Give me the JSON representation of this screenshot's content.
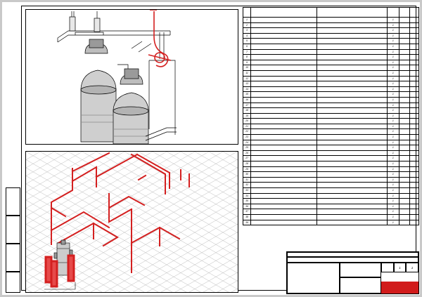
{
  "colors": {
    "pipe": "#d42020",
    "cylinder": "#cfcfcf",
    "frame": "#000000",
    "brand": "#d11b1b"
  },
  "side_boxes": [
    {
      "text": ""
    },
    {
      "text": ""
    },
    {
      "text": ""
    },
    {
      "text": ""
    }
  ],
  "spec_table": {
    "headers": [
      "",
      "",
      "",
      "",
      ""
    ],
    "rows": [
      [
        "1",
        "",
        "",
        "1",
        "",
        ""
      ],
      [
        "2",
        "",
        "",
        "1",
        "",
        ""
      ],
      [
        "3",
        "",
        "",
        "1",
        "",
        ""
      ],
      [
        "4",
        "",
        "",
        "1",
        "",
        ""
      ],
      [
        "5",
        "",
        "",
        "1",
        "",
        ""
      ],
      [
        "6",
        "",
        "",
        "1",
        "",
        ""
      ],
      [
        "7",
        "",
        "",
        "1",
        "",
        ""
      ],
      [
        "8",
        "",
        "",
        "1",
        "",
        ""
      ],
      [
        "9",
        "",
        "",
        "1",
        "",
        ""
      ],
      [
        "10",
        "",
        "",
        "1",
        "",
        ""
      ],
      [
        "11",
        "",
        "",
        "1",
        "",
        ""
      ],
      [
        "12",
        "",
        "",
        "1",
        "",
        ""
      ],
      [
        "13",
        "",
        "",
        "1",
        "",
        ""
      ],
      [
        "14",
        "",
        "",
        "1",
        "",
        ""
      ],
      [
        "15",
        "",
        "",
        "1",
        "",
        ""
      ],
      [
        "16",
        "",
        "",
        "1",
        "",
        ""
      ],
      [
        "17",
        "",
        "",
        "1",
        "",
        ""
      ],
      [
        "18",
        "",
        "",
        "1",
        "",
        ""
      ],
      [
        "19",
        "",
        "",
        "1",
        "",
        ""
      ],
      [
        "20",
        "",
        "",
        "1",
        "",
        ""
      ],
      [
        "21",
        "",
        "",
        "1",
        "",
        ""
      ],
      [
        "22",
        "",
        "",
        "1",
        "",
        ""
      ],
      [
        "23",
        "",
        "",
        "1",
        "",
        ""
      ],
      [
        "24",
        "",
        "",
        "1",
        "",
        ""
      ],
      [
        "25",
        "",
        "",
        "1",
        "",
        ""
      ],
      [
        "26",
        "",
        "",
        "1",
        "",
        ""
      ],
      [
        "27",
        "",
        "",
        "1",
        "",
        ""
      ],
      [
        "28",
        "",
        "",
        "1",
        "",
        ""
      ],
      [
        "29",
        "",
        "",
        "1",
        "",
        ""
      ],
      [
        "30",
        "",
        "",
        "1",
        "",
        ""
      ],
      [
        "31",
        "",
        "",
        "1",
        "",
        ""
      ],
      [
        "32",
        "",
        "",
        "1",
        "",
        ""
      ],
      [
        "33",
        "",
        "",
        "1",
        "",
        ""
      ],
      [
        "34",
        "",
        "",
        "1",
        "",
        ""
      ],
      [
        "35",
        "",
        "",
        "1",
        "",
        ""
      ],
      [
        "36",
        "",
        "",
        "1",
        "",
        ""
      ],
      [
        "37",
        "",
        "",
        "1",
        "",
        ""
      ],
      [
        "38",
        "",
        "",
        "1",
        "",
        ""
      ],
      [
        "39",
        "",
        "",
        "1",
        "",
        ""
      ]
    ]
  },
  "title_block": {
    "code": "",
    "subtitle": "",
    "description": "",
    "sheet_name": "",
    "stage": "",
    "sheet": "1",
    "sheets": "1",
    "brand": ""
  },
  "corner_tab": ""
}
